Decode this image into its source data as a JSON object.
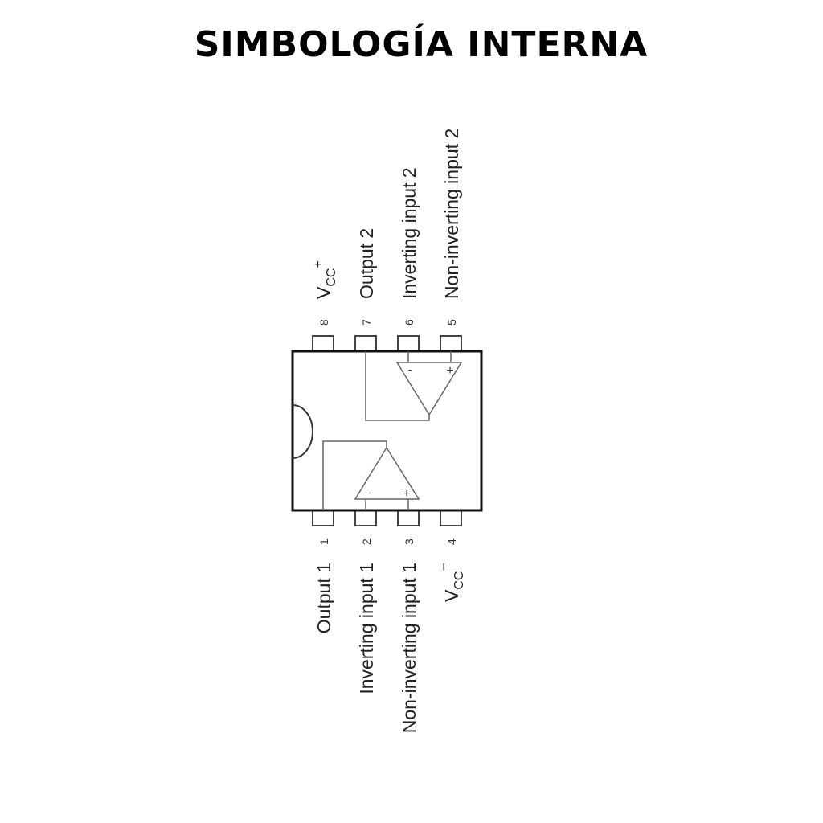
{
  "title": "SIMBOLOGÍA INTERNA",
  "diagram": {
    "type": "dual op-amp DIP-8 pinout",
    "top_pins": [
      {
        "number": "8",
        "label": "V",
        "sub": "CC",
        "sup": "+"
      },
      {
        "number": "7",
        "label": "Output 2"
      },
      {
        "number": "6",
        "label": "Inverting input 2"
      },
      {
        "number": "5",
        "label": "Non-inverting input 2"
      }
    ],
    "bottom_pins": [
      {
        "number": "1",
        "label": "Output 1"
      },
      {
        "number": "2",
        "label": "Inverting input 1"
      },
      {
        "number": "3",
        "label": "Non-inverting input 1"
      },
      {
        "number": "4",
        "label": "V",
        "sub": "CC",
        "sup": "−"
      }
    ],
    "opamp_signs": {
      "minus": "-",
      "plus": "+"
    }
  }
}
